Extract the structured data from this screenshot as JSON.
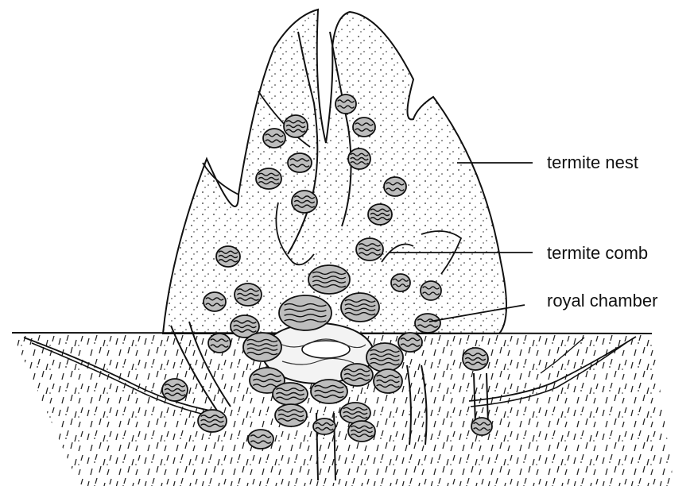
{
  "labels": {
    "nest": "termite  nest",
    "comb": "termite  comb",
    "royal": "royal  chamber"
  }
}
